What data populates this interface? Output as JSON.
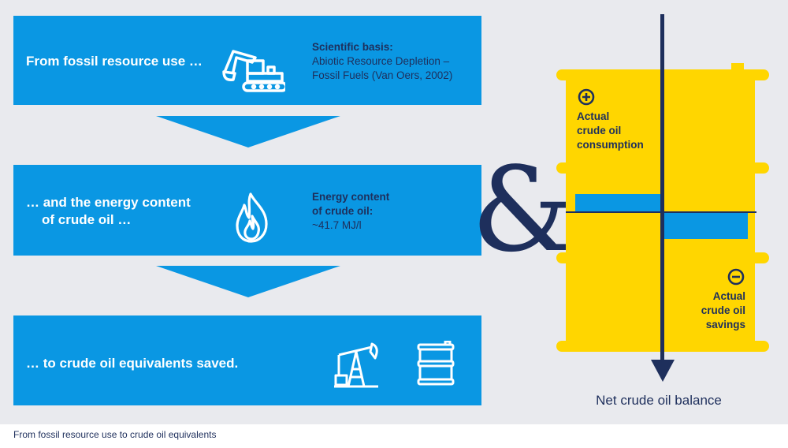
{
  "boxes": {
    "step1": {
      "main": "From fossil resource use …",
      "side_heading": "Scientific basis:",
      "side_line1": "Abiotic Resource Depletion –",
      "side_line2": "Fossil Fuels (Van Oers, 2002)"
    },
    "step2": {
      "main_line1": "… and the energy content",
      "main_line2": "of crude oil …",
      "side_heading_line1": "Energy content",
      "side_heading_line2": "of crude oil:",
      "side_value": "~41.7 MJ/l"
    },
    "step3": {
      "main": "… to crude oil equivalents saved."
    }
  },
  "ampersand": "&",
  "barrel": {
    "consumption_line1": "Actual",
    "consumption_line2": "crude oil",
    "consumption_line3": "consumption",
    "savings_line1": "Actual",
    "savings_line2": "crude oil",
    "savings_line3": "savings"
  },
  "net_balance": "Net crude oil balance",
  "caption": "From fossil resource use to crude oil equivalents",
  "colors": {
    "box_blue": "#0a97e3",
    "navy": "#1e2f5c",
    "barrel_yellow": "#ffd600",
    "background": "#e9eaee"
  },
  "icons": [
    "excavator-icon",
    "flame-icon",
    "pumpjack-icon",
    "barrel-icon",
    "plus-circle-icon",
    "minus-circle-icon",
    "down-arrow-icon"
  ]
}
